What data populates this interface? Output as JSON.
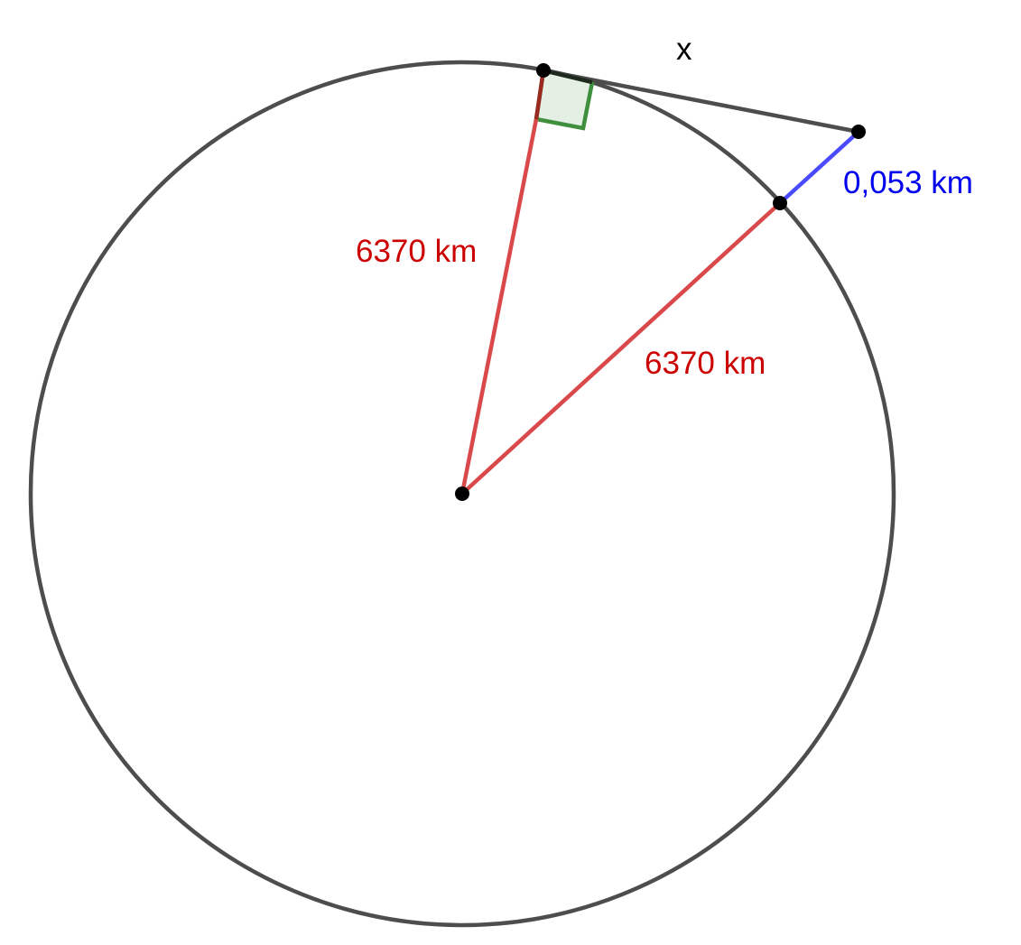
{
  "diagram": {
    "labels": {
      "tangent": "x",
      "radius_to_tangent_point": "6370 km",
      "radius_to_circle_point": "6370 km",
      "height": "0,053 km"
    },
    "colors": {
      "circle": "#4d4d4d",
      "tangent": "#4d4d4d",
      "radius": "#d9484a",
      "radius_near_tangent": "#9a2a1f",
      "height": "#4a4aff",
      "right_angle_stroke": "#3f8f3f",
      "right_angle_fill": "#e5f0e5",
      "point": "#000000",
      "radius_label": "#cc0000",
      "height_label": "#0000ee",
      "tangent_label": "#000000"
    }
  }
}
